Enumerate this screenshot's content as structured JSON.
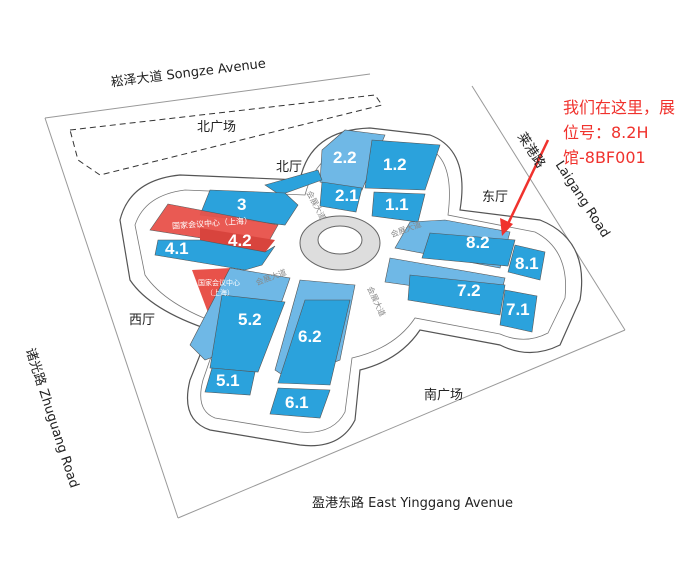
{
  "roads": {
    "north": "崧泽大道  Songze Avenue",
    "south": "盈港东路  East Yinggang Avenue",
    "west": "诸光路  Zhuguang Road",
    "east_cn": "莱港路",
    "east_en": "Laigang Road"
  },
  "areas": {
    "north_plaza": "北广场",
    "north_hall": "北厅",
    "east_hall": "东厅",
    "west_hall": "西厅",
    "south_plaza": "南广场"
  },
  "halls": [
    "2.2",
    "1.2",
    "2.1",
    "1.1",
    "3",
    "4.2",
    "4.1",
    "8.2",
    "8.1",
    "7.2",
    "7.1",
    "5.2",
    "6.2",
    "5.1",
    "6.1"
  ],
  "convention_center": "国家会议中心（上海）",
  "convention_center_small_1": "国家会议中心",
  "convention_center_small_2": "（上海）",
  "avenue": "会展大道",
  "annotation": {
    "line1": "我们在这里，展",
    "line2": "位号：8.2H",
    "line3": "馆-8BF001"
  },
  "colors": {
    "hall": "#2ba2dc",
    "hall_light": "#6fb8e6",
    "convention": "#e8524a",
    "annotation": "#f0322d"
  }
}
